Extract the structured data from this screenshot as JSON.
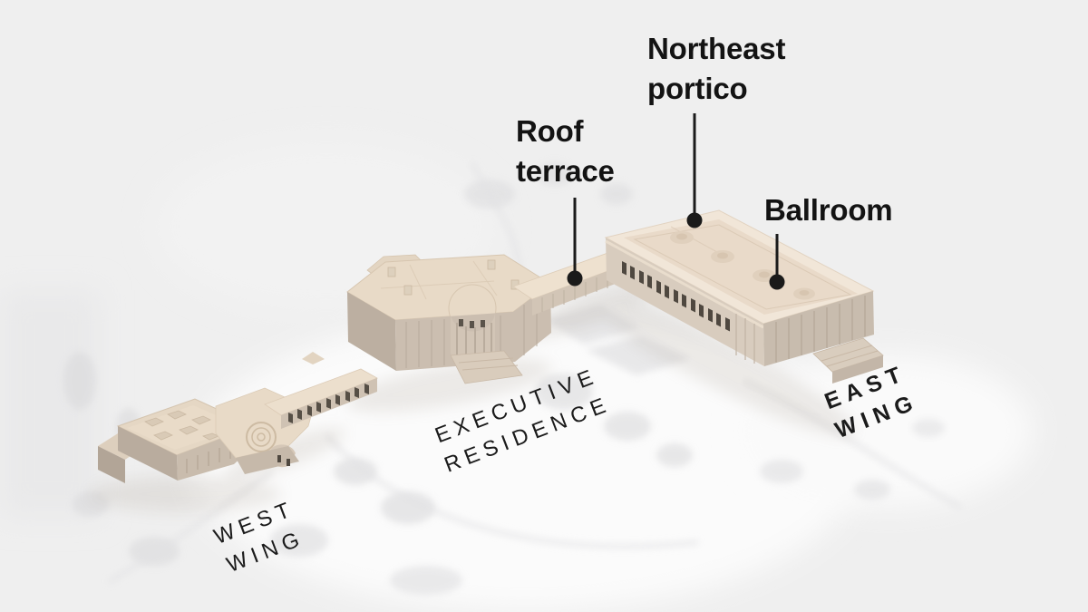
{
  "callouts": {
    "roof_terrace": {
      "line1": "Roof",
      "line2": "terrace"
    },
    "northeast_portico": {
      "line1": "Northeast",
      "line2": "portico"
    },
    "ballroom": {
      "line1": "Ballroom"
    }
  },
  "area_labels": {
    "west_wing": {
      "line1": "WEST",
      "line2": "WING"
    },
    "executive_residence": {
      "line1": "EXECUTIVE",
      "line2": "RESIDENCE"
    },
    "east_wing": {
      "line1": "EAST",
      "line2": "WING"
    }
  },
  "colors": {
    "background": "#efefef",
    "ground_fog": "#fbfbfb",
    "tree_gray": "#d7d7d9",
    "roof_cream": "#e8dac7",
    "ballroom_roof": "#e9dac9",
    "wall_tan": "#cbbeb0",
    "wall_shadow": "#bcafa1",
    "window_slot": "#4f4840",
    "label_ink": "#131313"
  }
}
